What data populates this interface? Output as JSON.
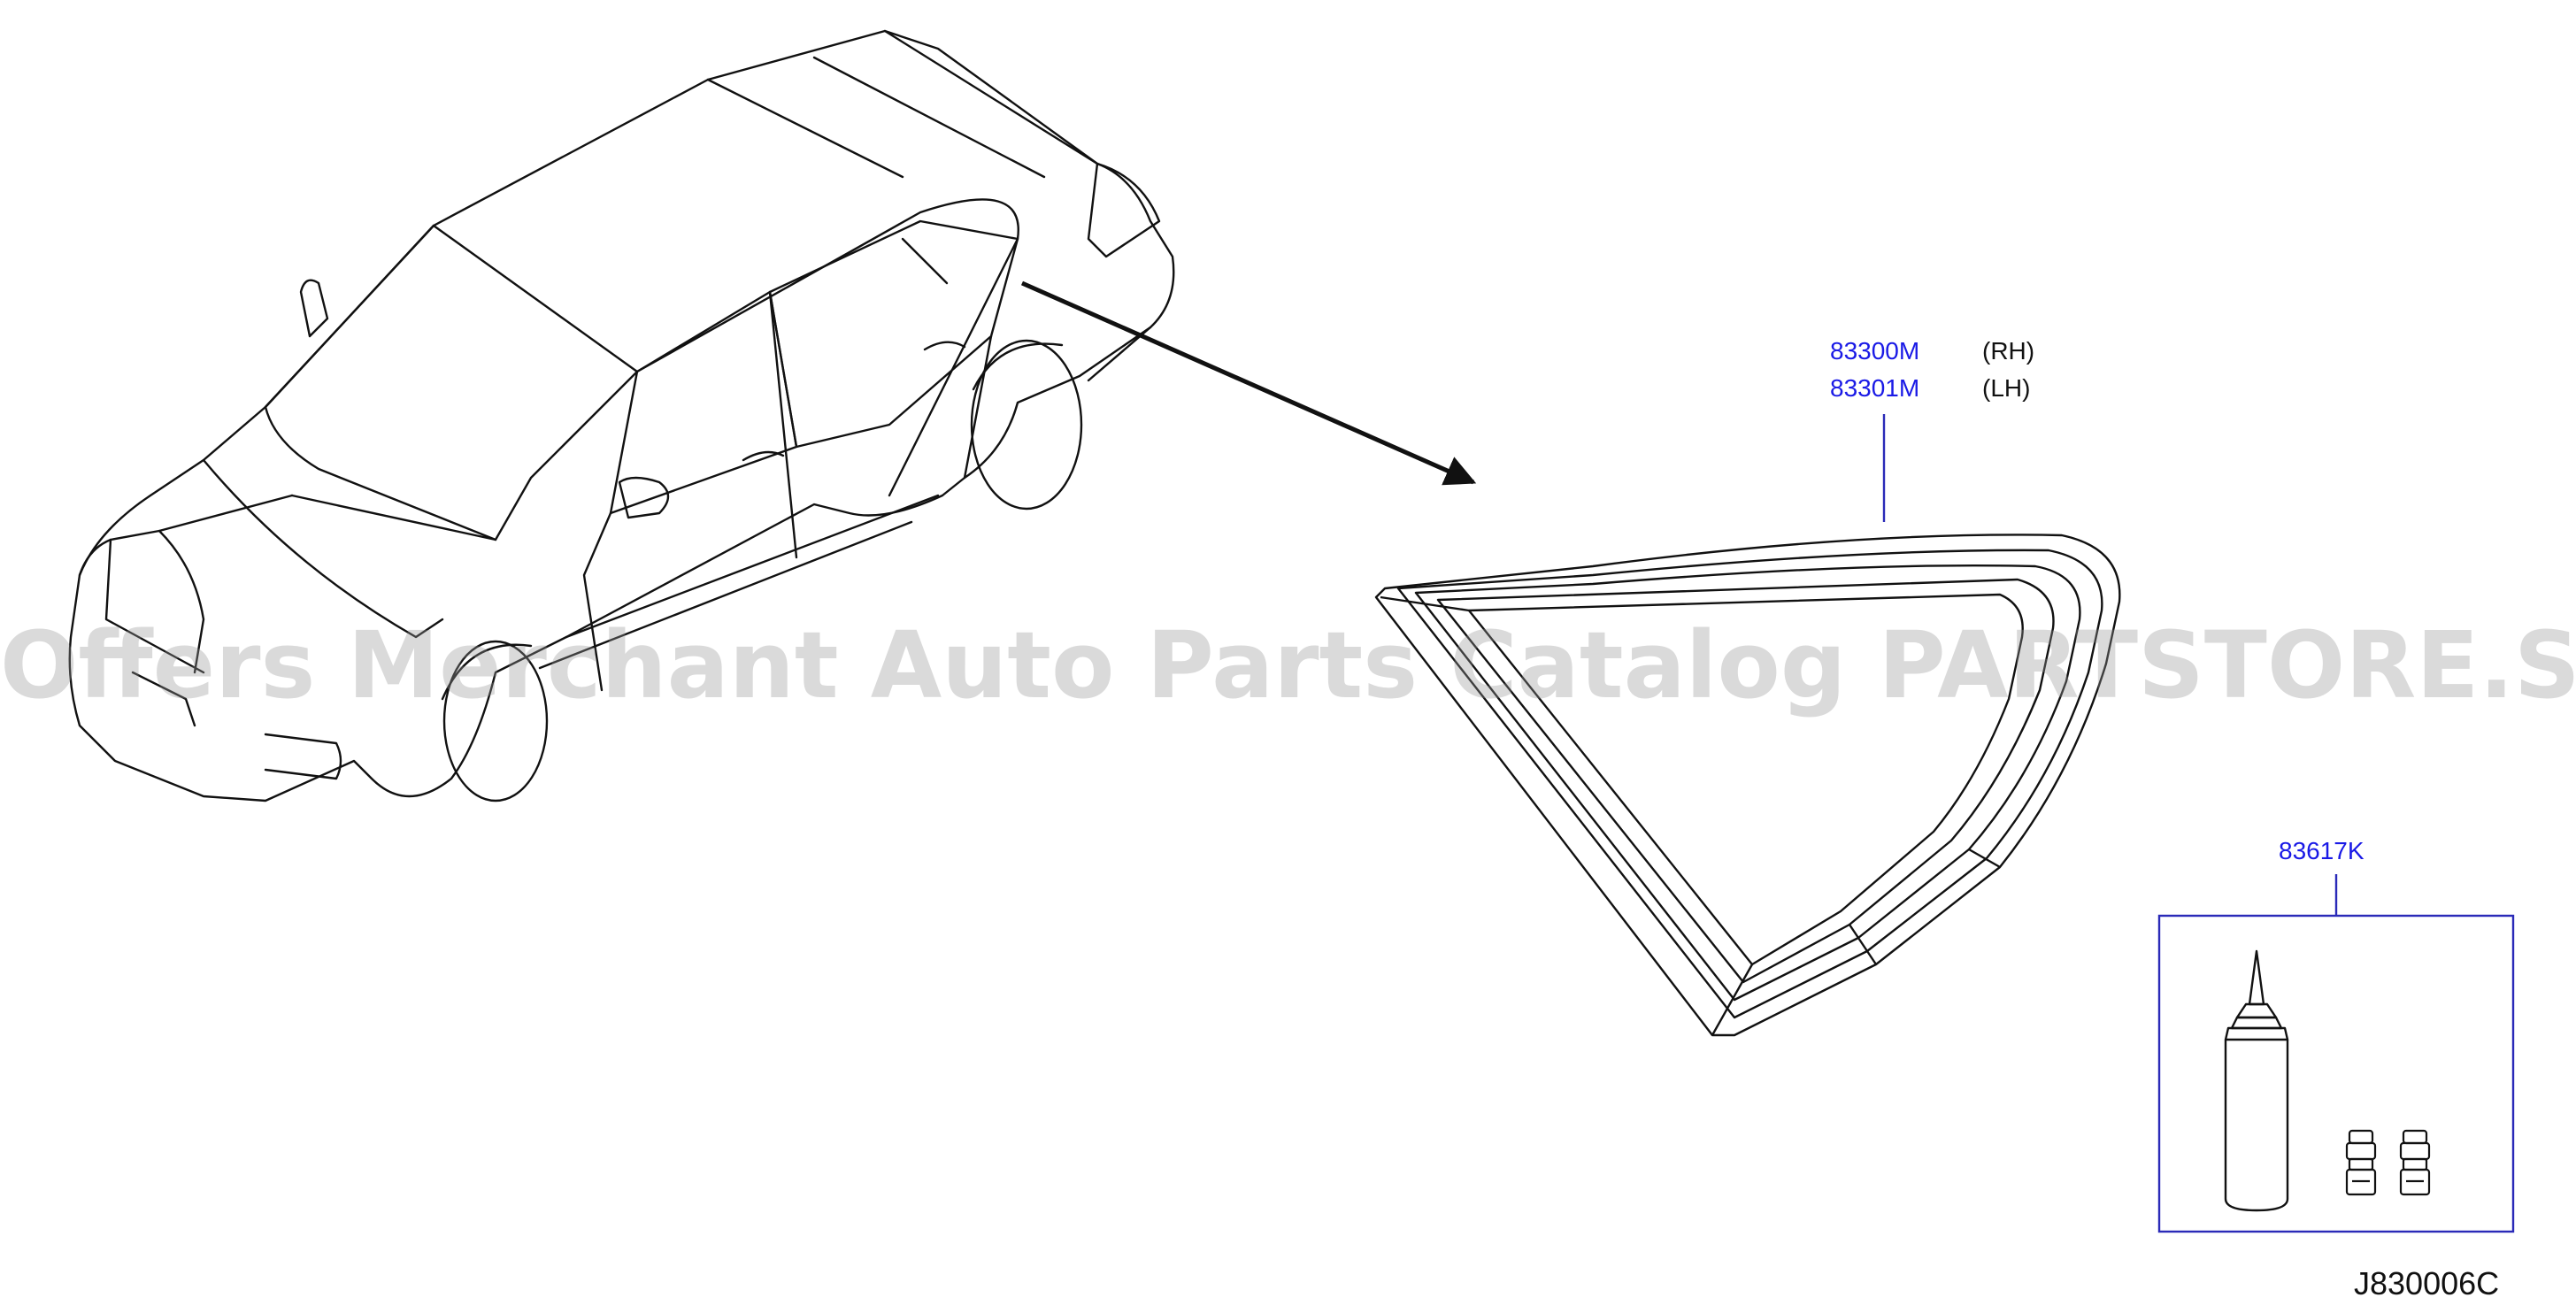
{
  "watermark": "Offers Merchant Auto Parts Catalog PARTSTORE.SA",
  "parts": [
    {
      "number": "83300M",
      "side": "(RH)"
    },
    {
      "number": "83301M",
      "side": "(LH)"
    },
    {
      "number": "83617K"
    }
  ],
  "diagram_code": "J830006C",
  "colors": {
    "part_number": "#1a1ae6",
    "line": "#111111",
    "watermark": "#969696"
  }
}
